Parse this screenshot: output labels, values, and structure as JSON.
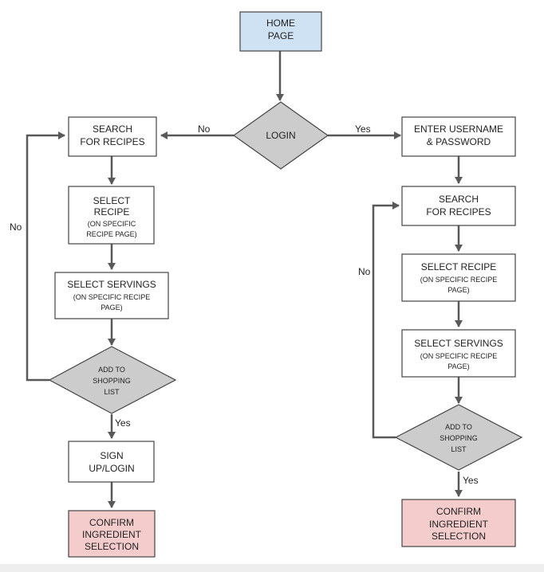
{
  "nodes": {
    "home": [
      "HOME",
      "PAGE"
    ],
    "login": [
      "LOGIN"
    ],
    "enter_credentials": [
      "ENTER USERNAME",
      "& PASSWORD"
    ],
    "left_search": [
      "SEARCH",
      "FOR RECIPES"
    ],
    "left_select_recipe": [
      "SELECT",
      "RECIPE",
      "(ON SPECIFIC",
      "RECIPE PAGE)"
    ],
    "left_select_servings": [
      "SELECT SERVINGS",
      "(ON SPECIFIC RECIPE",
      "PAGE)"
    ],
    "left_add_to_list": [
      "ADD TO",
      "SHOPPING",
      "LIST"
    ],
    "signup_login": [
      "SIGN",
      "UP/LOGIN"
    ],
    "left_confirm": [
      "CONFIRM",
      "INGREDIENT",
      "SELECTION"
    ],
    "right_search": [
      "SEARCH",
      "FOR RECIPES"
    ],
    "right_select_recipe": [
      "SELECT RECIPE",
      "(ON SPECIFIC RECIPE",
      "PAGE)"
    ],
    "right_select_servings": [
      "SELECT SERVINGS",
      "(ON SPECIFIC RECIPE",
      "PAGE)"
    ],
    "right_add_to_list": [
      "ADD TO",
      "SHOPPING",
      "LIST"
    ],
    "right_confirm": [
      "CONFIRM",
      "INGREDIENT",
      "SELECTION"
    ]
  },
  "edges": {
    "login_no": "No",
    "login_yes": "Yes",
    "left_loop_no": "No",
    "left_yes": "Yes",
    "right_loop_no": "No",
    "right_yes": "Yes"
  },
  "colors": {
    "start_fill": "#cfe2f3",
    "decision_fill": "#cccccc",
    "end_fill": "#f4cccc",
    "process_fill": "#ffffff",
    "stroke": "#444444",
    "arrow": "#595959"
  }
}
